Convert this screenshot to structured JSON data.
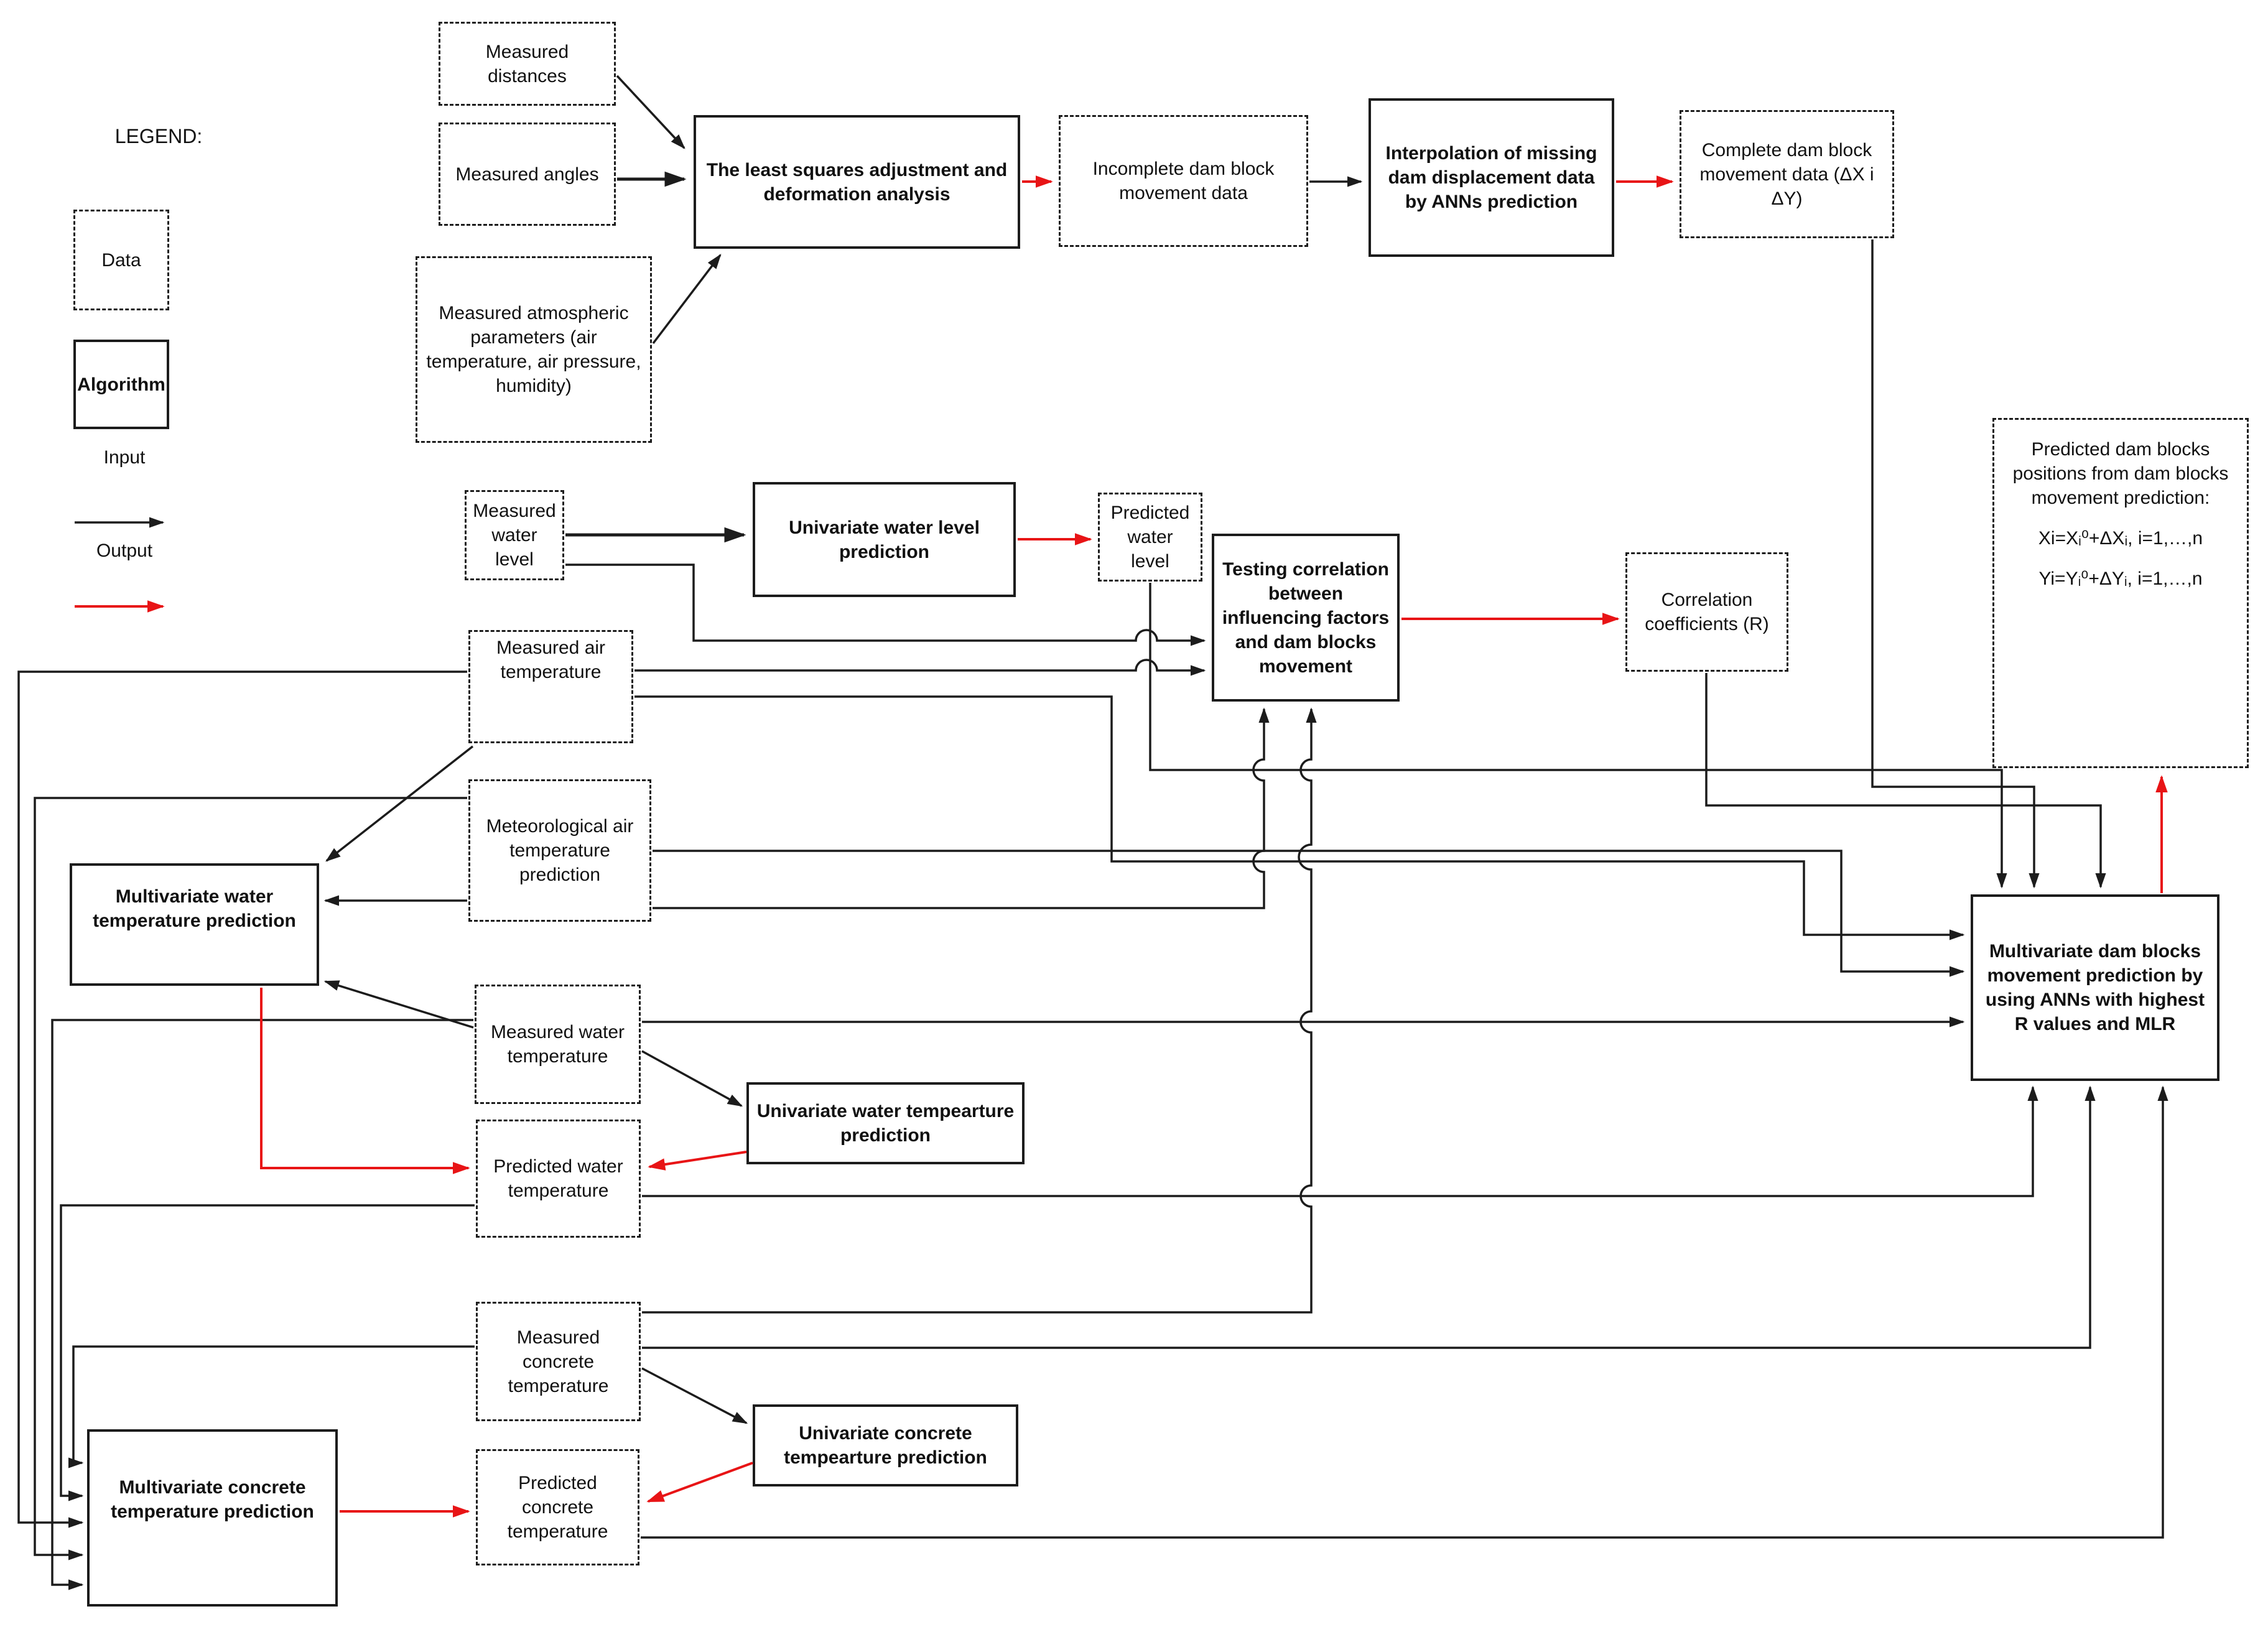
{
  "legend": {
    "title": "LEGEND:",
    "data_label": "Data",
    "algorithm_label": "Algorithm",
    "input_label": "Input",
    "output_label": "Output",
    "input_arrow_color": "#1c1c1c",
    "output_arrow_color": "#e81416"
  },
  "nodes": {
    "measured_distances": {
      "label": "Measured distances",
      "kind": "data"
    },
    "measured_angles": {
      "label": "Measured angles",
      "kind": "data"
    },
    "measured_atmospheric": {
      "label": "Measured atmospheric parameters (air temperature, air pressure, humidity)",
      "kind": "data"
    },
    "least_squares": {
      "label": "The least squares adjustment and deformation analysis",
      "kind": "algorithm"
    },
    "incomplete_data": {
      "label": "Incomplete dam block movement data",
      "kind": "data"
    },
    "interpolation": {
      "label": "Interpolation of missing dam displacement data by ANNs prediction",
      "kind": "algorithm"
    },
    "complete_data": {
      "label": "Complete dam block movement data (ΔX i ΔY)",
      "kind": "data"
    },
    "measured_water_level": {
      "label": "Measured water level",
      "kind": "data"
    },
    "univariate_water_level": {
      "label": "Univariate water level prediction",
      "kind": "algorithm"
    },
    "predicted_water_level": {
      "label": "Predicted water level",
      "kind": "data"
    },
    "testing_correlation": {
      "label": "Testing correlation between influencing factors and dam blocks movement",
      "kind": "algorithm"
    },
    "correlation_coefficients": {
      "label": "Correlation coefficients (R)",
      "kind": "data"
    },
    "predicted_positions": {
      "label": "Predicted dam blocks positions from dam blocks movement prediction:",
      "formula_x": "Xi=Xᵢ⁰+ΔXᵢ, i=1,…,n",
      "formula_y": "Yi=Yᵢ⁰+ΔYᵢ, i=1,…,n",
      "kind": "data"
    },
    "multivariate_dam": {
      "label": "Multivariate dam blocks movement prediction by using ANNs with highest R values and MLR",
      "kind": "algorithm"
    },
    "measured_air_temp": {
      "label": "Measured air temperature",
      "kind": "data"
    },
    "meteorological_air_temp": {
      "label": "Meteorological air temperature prediction",
      "kind": "data"
    },
    "multivariate_water_temp": {
      "label": "Multivariate water temperature prediction",
      "kind": "algorithm"
    },
    "measured_water_temp": {
      "label": "Measured water temperature",
      "kind": "data"
    },
    "univariate_water_temp": {
      "label": "Univariate water tempearture prediction",
      "kind": "algorithm"
    },
    "predicted_water_temp": {
      "label": "Predicted water temperature",
      "kind": "data"
    },
    "measured_concrete_temp": {
      "label": "Measured concrete temperature",
      "kind": "data"
    },
    "univariate_concrete_temp": {
      "label": "Univariate concrete tempearture prediction",
      "kind": "algorithm"
    },
    "predicted_concrete_temp": {
      "label": "Predicted concrete temperature",
      "kind": "data"
    },
    "multivariate_concrete_temp": {
      "label": "Multivariate concrete temperature prediction",
      "kind": "algorithm"
    }
  }
}
